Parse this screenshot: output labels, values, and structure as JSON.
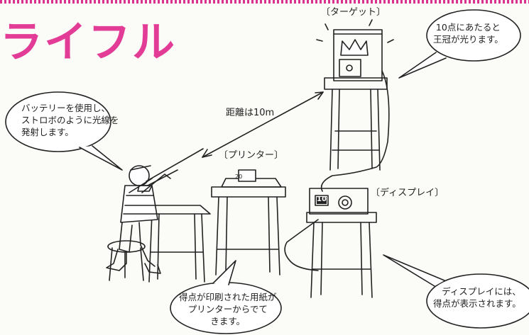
{
  "title": "ライフル",
  "labels": {
    "target": "〔ターゲット〕",
    "printer": "〔プリンター〕",
    "display": "〔ディスプレイ〕",
    "distance": "距離は10m"
  },
  "display_value": "10",
  "paper_value": "20",
  "bubbles": {
    "crown": [
      "10点にあたると",
      "王冠が光ります。"
    ],
    "battery": [
      "バッテリーを使用し、",
      "ストロボのように光線を",
      "発射します。"
    ],
    "printer": [
      "得点が印刷された用紙が",
      "プリンターからでて",
      "きます。"
    ],
    "display": [
      "ディスプレイには、",
      "得点が表示されます。"
    ]
  },
  "colors": {
    "title": "#e33c96",
    "line": "#222222"
  }
}
